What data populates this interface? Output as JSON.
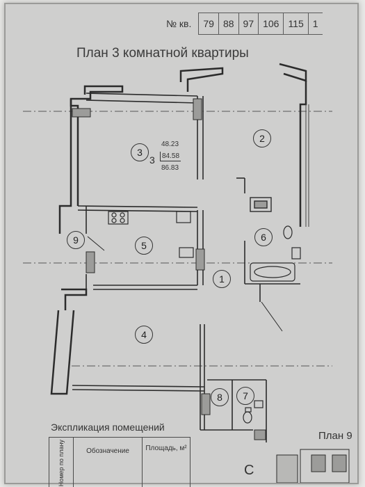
{
  "apartment_numbers": {
    "label": "№ кв.",
    "values": [
      "79",
      "88",
      "97",
      "106",
      "115",
      "1"
    ]
  },
  "title": "План 3 комнатной квартиры",
  "rooms": [
    {
      "number": "1"
    },
    {
      "number": "2"
    },
    {
      "number": "3"
    },
    {
      "number": "4"
    },
    {
      "number": "5"
    },
    {
      "number": "6"
    },
    {
      "number": "7"
    },
    {
      "number": "8"
    },
    {
      "number": "9"
    }
  ],
  "areas": {
    "rooms_count": "3",
    "living": "48.23",
    "total": "84.58",
    "total_with_balcony": "86.83"
  },
  "explication": {
    "title": "Экспликация помещений",
    "col_number": "Номер по плану",
    "col_name": "Обозначение",
    "col_area": "Площадь, м²"
  },
  "next_plan_title": "План 9",
  "corner_letter": "С"
}
